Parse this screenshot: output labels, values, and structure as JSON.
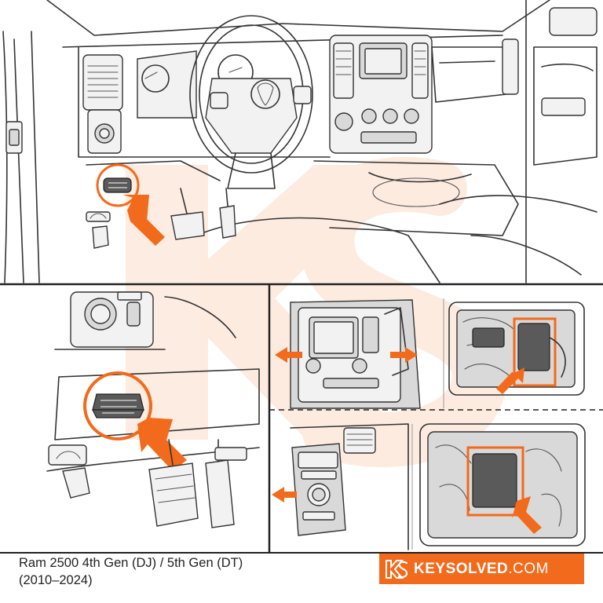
{
  "caption": {
    "line1": "Ram 2500 4th Gen (DJ) / 5th Gen (DT)",
    "line2": "(2010–2024)"
  },
  "brand": {
    "name_bold": "KEYSOLVED",
    "name_suffix": ".COM",
    "logo_icon": "ks-logo-icon"
  },
  "watermark": {
    "icon": "ks-watermark-icon"
  },
  "colors": {
    "accent": "#f26a1b",
    "line": "#333333",
    "panel_fill": "#d9d9d9"
  },
  "panels": [
    {
      "id": "cabin-overview",
      "icon": "obd-port-icon"
    },
    {
      "id": "obd-closeup",
      "icon": "obd-port-icon"
    },
    {
      "id": "radio-removal",
      "icon": "module-icon"
    },
    {
      "id": "switch-bezel-removal",
      "icon": "module-icon"
    }
  ]
}
